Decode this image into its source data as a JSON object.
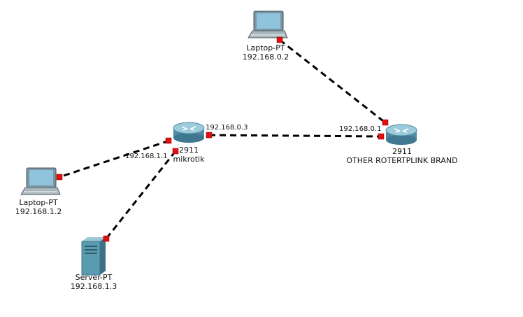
{
  "devices": {
    "laptop_top": {
      "name": "Laptop-PT",
      "ip": "192.168.0.2",
      "icon": "laptop-icon"
    },
    "router_left": {
      "name": "2911",
      "hostname": "mikrotik",
      "icon": "router-icon"
    },
    "router_right": {
      "name": "2911",
      "hostname": "OTHER ROTERTPLINK BRAND",
      "icon": "router-icon"
    },
    "laptop_left": {
      "name": "Laptop-PT",
      "ip": "192.168.1.2",
      "icon": "laptop-icon"
    },
    "server": {
      "name": "Server-PT",
      "ip": "192.168.1.3",
      "icon": "server-icon"
    }
  },
  "interfaces": {
    "router_left_to_right": "192.168.0.3",
    "router_right_to_left": "192.168.0.1",
    "router_left_to_laptop": "192.168.1.1"
  },
  "colors": {
    "link": "#000000",
    "port": "#e01010",
    "router_body": "#6fa8bf",
    "laptop_screen": "#8fc4dc",
    "server_body": "#5a9bb0"
  }
}
